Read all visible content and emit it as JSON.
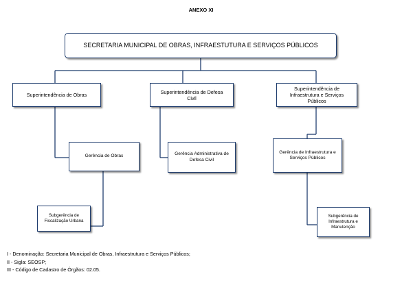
{
  "title": "ANEXO XI",
  "org": {
    "root": "SECRETARIA MUNICIPAL DE OBRAS, INFRAESTUTURA E SERVIÇOS PÚBLICOS",
    "branches": [
      {
        "head": "Superintendência de Obras",
        "manager": "Gerência de Obras",
        "sub": "Subgerência de Fiscalização Urbana"
      },
      {
        "head": "Superintendência de Defesa Civil",
        "manager": "Gerência Administrativa de Defesa Civil"
      },
      {
        "head": "Superintendência  de Infraestrutura e Serviços Públicos",
        "manager": "Gerência de Infraestrutura e Serviços Públicos",
        "sub": "Subgerência de Infraestrutura e Manutenção"
      }
    ]
  },
  "footer": {
    "line1": "I - Denominação: Secretaria Municipal de Obras, Infraestrutura e Serviços Públicos;",
    "line2": "II - Sigla: SEOSP;",
    "line3": "III - Código de Cadastro de Órgãos: 02.05."
  }
}
